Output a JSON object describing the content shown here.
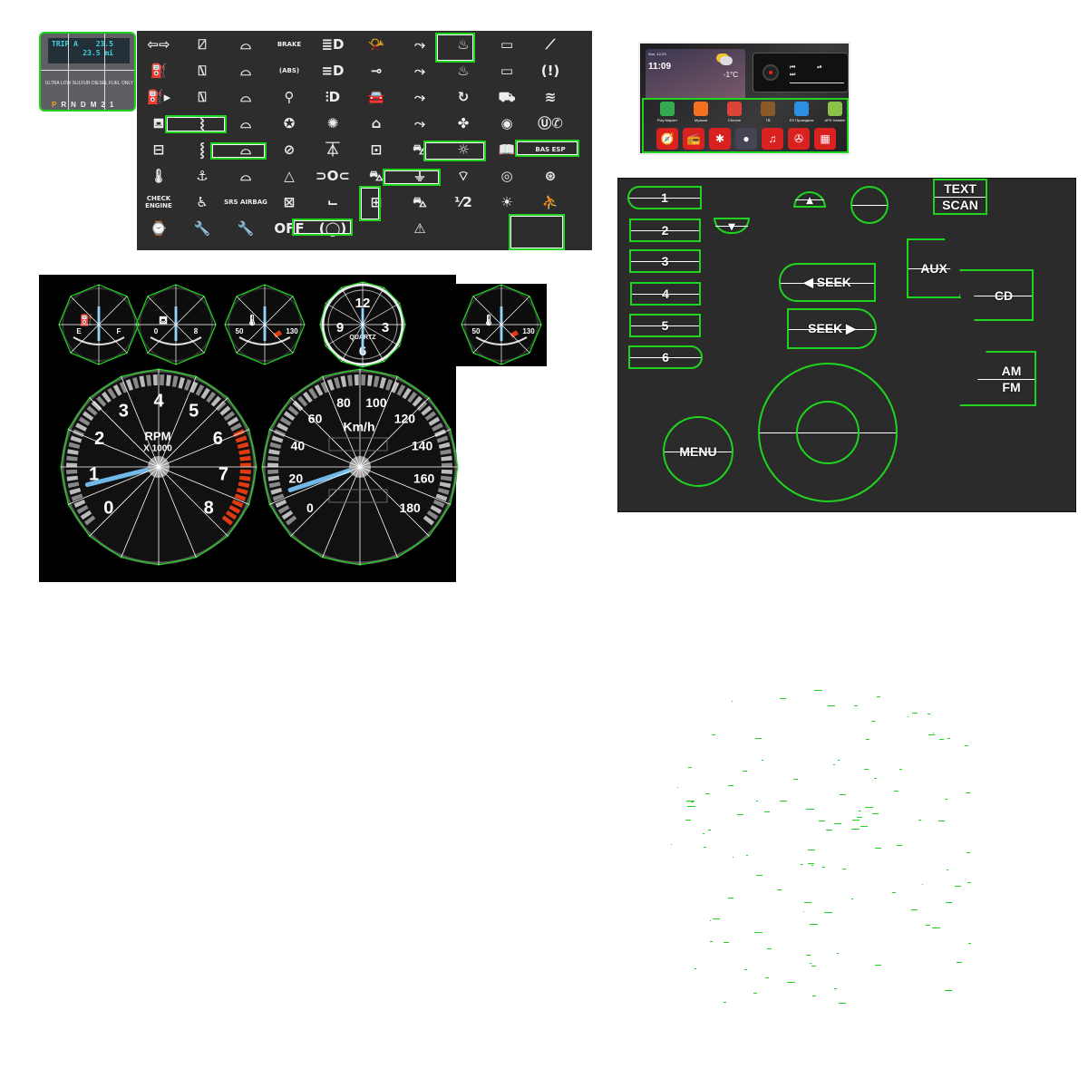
{
  "trip_display": {
    "line1_label": "TRIP A",
    "line1_value": "23.5",
    "line2_value": "23.5 mi",
    "fuel_notice": "ULTRA LOW SULFUR DIESEL FUEL ONLY",
    "gears": [
      "P",
      "R",
      "N",
      "D",
      "M",
      "2",
      "1"
    ],
    "active_gear": "P"
  },
  "warning_icons": [
    {
      "icon": "turn-signals-icon",
      "glyph": "⇦⇨"
    },
    {
      "icon": "rear-wiper-icon",
      "glyph": "⍁"
    },
    {
      "icon": "windshield-wiper-icon",
      "glyph": "⌓"
    },
    {
      "icon": "brake-warning",
      "glyph": "BRAKE"
    },
    {
      "icon": "high-beam-icon",
      "glyph": "≣D"
    },
    {
      "icon": "horn-icon",
      "glyph": "📯"
    },
    {
      "icon": "vent-face-icon",
      "glyph": "⤳"
    },
    {
      "icon": "seat-heater-icon",
      "glyph": "♨"
    },
    {
      "icon": "door-icon",
      "glyph": "▭"
    },
    {
      "icon": "hood-open-icon",
      "glyph": "⟋"
    },
    {
      "icon": "fuel-pump-icon",
      "glyph": "⛽"
    },
    {
      "icon": "rear-washer-icon",
      "glyph": "⍂"
    },
    {
      "icon": "washer-fluid-icon",
      "glyph": "⌓"
    },
    {
      "icon": "abs-icon",
      "glyph": "(ABS)"
    },
    {
      "icon": "low-beam-icon",
      "glyph": "≡D"
    },
    {
      "icon": "key-icon",
      "glyph": "⊸"
    },
    {
      "icon": "vent-feet-icon",
      "glyph": "⤳"
    },
    {
      "icon": "seat-heat-back-icon",
      "glyph": "♨"
    },
    {
      "icon": "door-ajar-icon",
      "glyph": "▭"
    },
    {
      "icon": "tire-pressure-icon",
      "glyph": "(!)"
    },
    {
      "icon": "fuel-door-icon",
      "glyph": "⛽▸"
    },
    {
      "icon": "rear-defrost-wiper-icon",
      "glyph": "⍂"
    },
    {
      "icon": "front-washer-icon",
      "glyph": "⌓"
    },
    {
      "icon": "seatbelt-icon",
      "glyph": "⚲"
    },
    {
      "icon": "fog-light-icon",
      "glyph": "⫶D"
    },
    {
      "icon": "car-icon",
      "glyph": "🚘"
    },
    {
      "icon": "vent-both-icon",
      "glyph": "⤳"
    },
    {
      "icon": "recirculation-icon",
      "glyph": "↻"
    },
    {
      "icon": "trunk-icon",
      "glyph": "⛟"
    },
    {
      "icon": "traction-icon",
      "glyph": "≋"
    },
    {
      "icon": "oil-pressure-icon",
      "glyph": "⛾"
    },
    {
      "icon": "rear-defrost-icon",
      "glyph": "⸾"
    },
    {
      "icon": "front-defrost-icon",
      "glyph": "⌓"
    },
    {
      "icon": "airbag-icon",
      "glyph": "✪"
    },
    {
      "icon": "interior-light-icon",
      "glyph": "✺"
    },
    {
      "icon": "hatchback-icon",
      "glyph": "⌂"
    },
    {
      "icon": "vent-defrost-icon",
      "glyph": "⤳"
    },
    {
      "icon": "fan-icon",
      "glyph": "✤"
    },
    {
      "icon": "steering-wheel-icon",
      "glyph": "◉"
    },
    {
      "icon": "phone-icon",
      "glyph": "Ⓤ✆"
    },
    {
      "icon": "battery-icon",
      "glyph": "⊟"
    },
    {
      "icon": "rear-window-heat-icon",
      "glyph": "⸾"
    },
    {
      "icon": "windshield-heat-icon",
      "glyph": "⌓"
    },
    {
      "icon": "no-entry-icon",
      "glyph": "⊘"
    },
    {
      "icon": "dome-light-icon",
      "glyph": "⏄"
    },
    {
      "icon": "car-side-icon",
      "glyph": "⊡"
    },
    {
      "icon": "car-sedan-icon",
      "glyph": "⛍"
    },
    {
      "icon": "brightness-icon",
      "glyph": "☼"
    },
    {
      "icon": "manual-icon",
      "glyph": "📖"
    },
    {
      "icon": "bas-esp-warning",
      "glyph": "BAS ESP"
    },
    {
      "icon": "coolant-temp-icon",
      "glyph": "🌡"
    },
    {
      "icon": "child-seat-icon",
      "glyph": "⚓"
    },
    {
      "icon": "washer-low-icon",
      "glyph": "⌓"
    },
    {
      "icon": "hazard-icon",
      "glyph": "△"
    },
    {
      "icon": "parking-lights-icon",
      "glyph": "⊃O⊂"
    },
    {
      "icon": "convertible-icon",
      "glyph": "⛍"
    },
    {
      "icon": "cruise-icon",
      "glyph": "⏚"
    },
    {
      "icon": "top-light-icon",
      "glyph": "⌔"
    },
    {
      "icon": "proximity-icon",
      "glyph": "◎"
    },
    {
      "icon": "steering-lock-icon",
      "glyph": "⊛"
    },
    {
      "icon": "check-engine-warning",
      "glyph": "CHECK ENGINE"
    },
    {
      "icon": "seat-occupant-icon",
      "glyph": "♿"
    },
    {
      "icon": "srs-airbag-warning",
      "glyph": "SRS AIRBAG"
    },
    {
      "icon": "ecu-icon",
      "glyph": "⊠"
    },
    {
      "icon": "seat-position-icon",
      "glyph": "⌙"
    },
    {
      "icon": "car-top-icon",
      "glyph": "⊞"
    },
    {
      "icon": "roadster-icon",
      "glyph": "⛍"
    },
    {
      "icon": "gear-shift-icon",
      "glyph": "⅟2"
    },
    {
      "icon": "sun-icon",
      "glyph": "☀"
    },
    {
      "icon": "driver-icon",
      "glyph": "⛹"
    },
    {
      "icon": "service-time-icon",
      "glyph": "⌚"
    },
    {
      "icon": "wrench-icon",
      "glyph": "🔧"
    },
    {
      "icon": "service-icon",
      "glyph": "🔧"
    },
    {
      "icon": "esp-off-icon",
      "glyph": "OFF"
    },
    {
      "icon": "brake-pad-icon",
      "glyph": "(◯)"
    },
    {
      "icon": "blank-icon",
      "glyph": ""
    },
    {
      "icon": "warning-triangle-icon",
      "glyph": "⚠"
    },
    {
      "icon": "blank-icon",
      "glyph": ""
    },
    {
      "icon": "blank-icon",
      "glyph": ""
    },
    {
      "icon": "blank-icon",
      "glyph": ""
    }
  ],
  "small_gauges": [
    {
      "name": "fuel-gauge",
      "icon": "⛽",
      "labels": [
        "E",
        "F"
      ],
      "needle": 0.5
    },
    {
      "name": "oil-gauge",
      "icon": "⛾",
      "labels": [
        "0",
        "8"
      ],
      "needle": 0.5
    },
    {
      "name": "temp-gauge",
      "icon": "🌡",
      "labels": [
        "50",
        "130"
      ],
      "needle": 0.5
    },
    {
      "name": "temp-gauge-2",
      "icon": "🌡",
      "labels": [
        "50",
        "130"
      ],
      "needle": 0.5
    }
  ],
  "clock": {
    "numbers": [
      "12",
      "3",
      "6",
      "9"
    ],
    "brand": "QUARTZ"
  },
  "tachometer": {
    "title": "RPM",
    "subtitle": "X 1000",
    "min": 0,
    "max": 8,
    "labels": [
      "0",
      "1",
      "2",
      "3",
      "4",
      "5",
      "6",
      "7",
      "8"
    ],
    "redline_from": 6,
    "value": 0.8
  },
  "speedometer": {
    "title": "Km/h",
    "min": 0,
    "max": 180,
    "labels": [
      "0",
      "20",
      "40",
      "60",
      "80",
      "100",
      "120",
      "140",
      "160",
      "180"
    ],
    "value": 15
  },
  "head_unit": {
    "time": "11:09",
    "date": "Sun, 12-03",
    "temperature": "-1°C",
    "player_controls": "⏮ ⏯ ⏭",
    "apps": [
      {
        "label": "Play Маркет",
        "color": "#34a853"
      },
      {
        "label": "Музыка",
        "color": "#f36f21"
      },
      {
        "label": "Chrome",
        "color": "#db4437"
      },
      {
        "label": "ТВ",
        "color": "#8a5a2b"
      },
      {
        "label": "ES Проводник",
        "color": "#2c8fe0"
      },
      {
        "label": "APK Installer",
        "color": "#8bc34a"
      }
    ],
    "dock": [
      "🧭",
      "📻",
      "✱",
      "●",
      "♫",
      "✇",
      "▦"
    ]
  },
  "radio_panel": {
    "presets": [
      "1",
      "2",
      "3",
      "4",
      "5",
      "6"
    ],
    "seek_back": "◀ SEEK",
    "seek_forward": "SEEK ▶",
    "text": "TEXT",
    "scan": "SCAN",
    "aux": "AUX",
    "cd": "CD",
    "am": "AM",
    "fm": "FM",
    "menu": "MENU"
  }
}
